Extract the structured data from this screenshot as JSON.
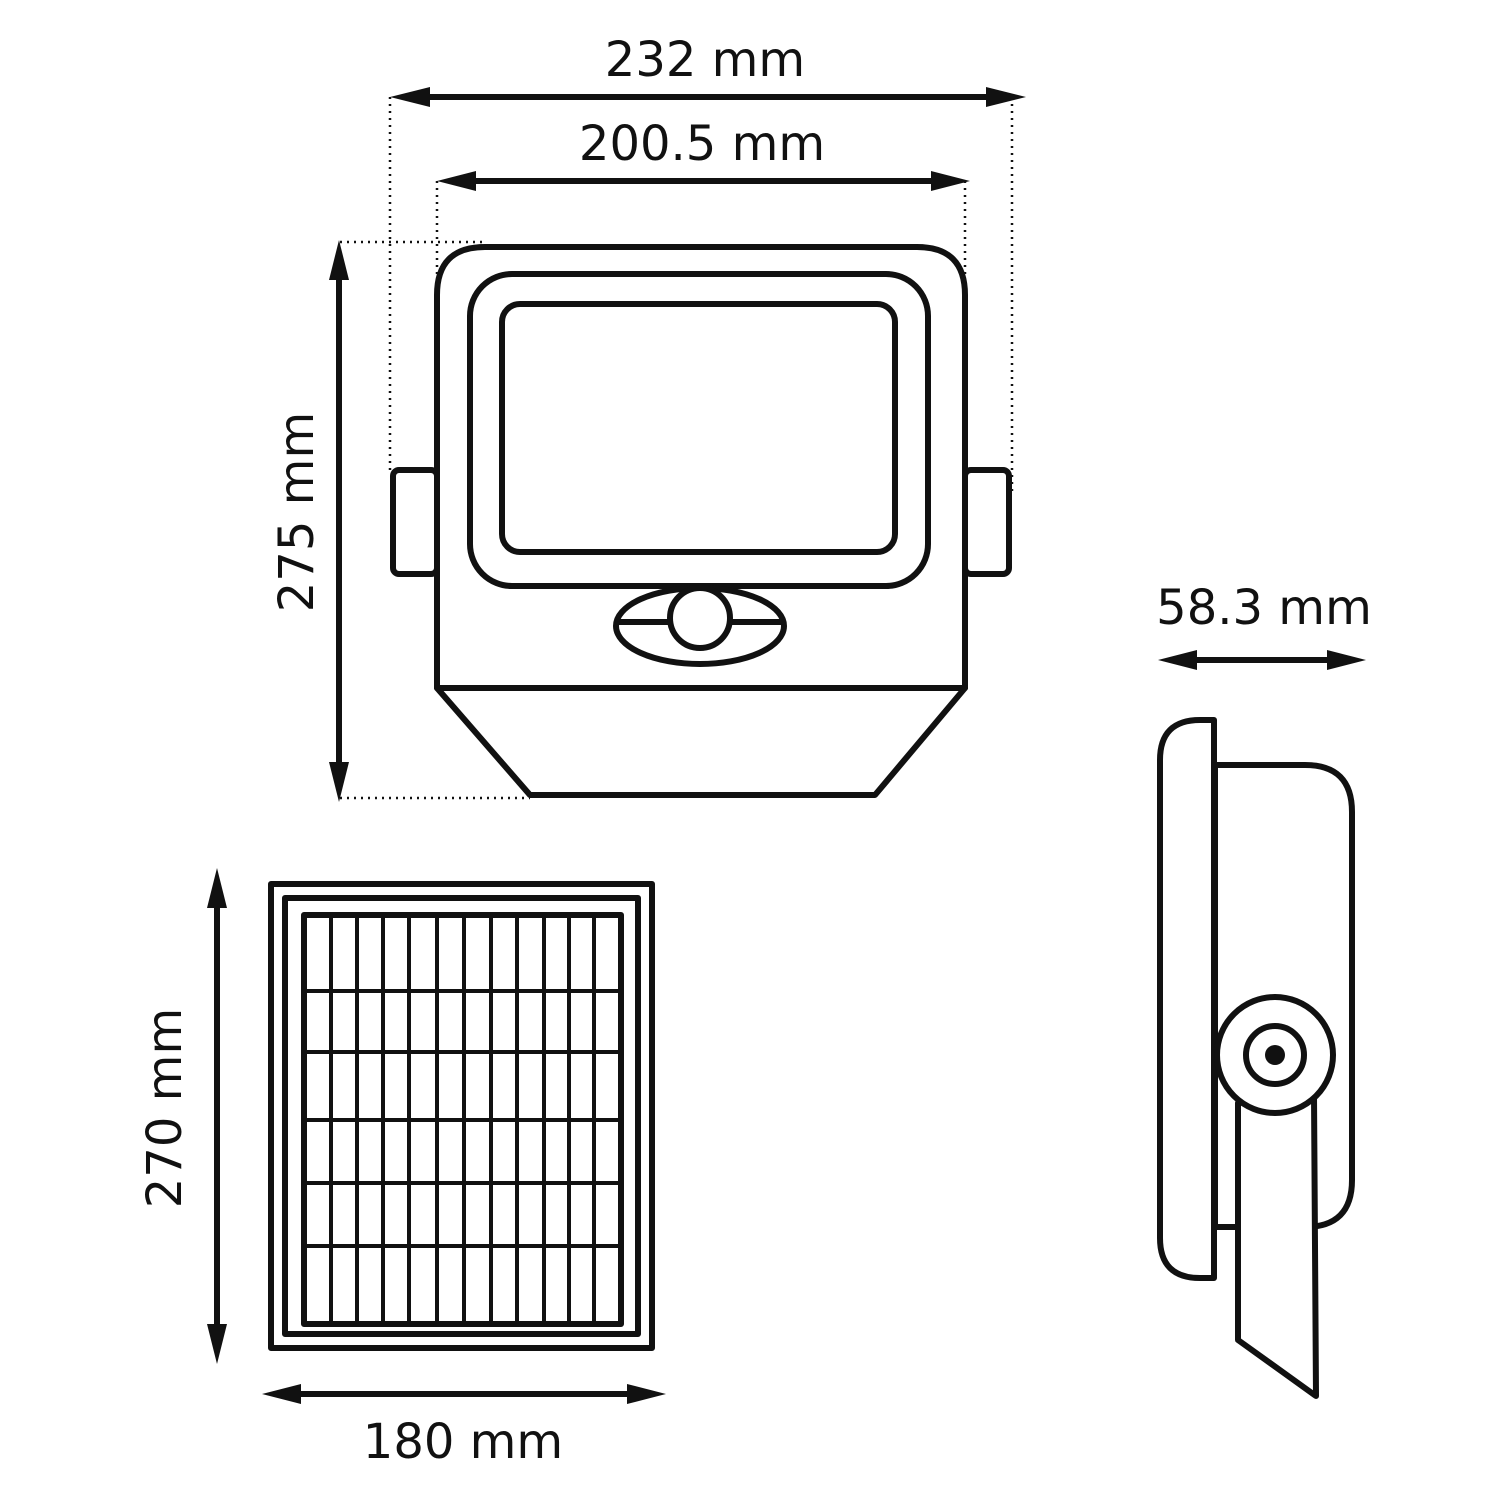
{
  "dimensions": {
    "overall_width": "232 mm",
    "housing_width": "200.5 mm",
    "height": "275 mm",
    "depth": "58.3 mm",
    "panel_height": "270 mm",
    "panel_width": "180 mm"
  },
  "colors": {
    "line": "#111111",
    "background": "#ffffff"
  }
}
